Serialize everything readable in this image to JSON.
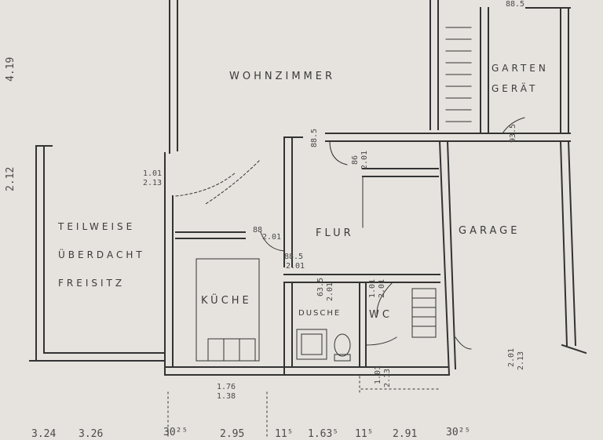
{
  "rooms": {
    "wohnzimmer": "WOHNZIMMER",
    "gartengeraet_1": "GARTEN",
    "gartengeraet_2": "GERÄT",
    "teilweise_1": "TEILWEISE",
    "teilweise_2": "ÜBERDACHT",
    "teilweise_3": "FREISITZ",
    "kueche": "KÜCHE",
    "flur": "FLUR",
    "garage": "GARAGE",
    "dusche": "DUSCHE",
    "wc": "WC"
  },
  "dimensions": {
    "left_419": "4.19",
    "left_2125": "2.12",
    "mid_101": "1.01",
    "mid_2135": "2.13",
    "flur_885": "88",
    "flur_201": "2.01",
    "flur_885b": "88.5",
    "flur_201b": "2.01",
    "top_885": "88.5",
    "door_861": "86",
    "door_201": "2.01",
    "dusche_635": "63.5",
    "dusche_201": "2.01",
    "wc_101": "1.01",
    "wc_201": "2.01",
    "garage_top": "93.5",
    "garage_side1": "2.01",
    "garage_side2": "2.13",
    "top_right_dim": "88.5",
    "bottom_101": "1.01",
    "bottom_2135": "2.13",
    "kueche_176": "1.76",
    "kueche_1385": "1.38",
    "bottom_row": [
      "3.24",
      "3.26",
      "30²⁵",
      "2.95",
      "11⁵",
      "1.63⁵",
      "11⁵",
      "2.91",
      "30²⁵"
    ]
  }
}
